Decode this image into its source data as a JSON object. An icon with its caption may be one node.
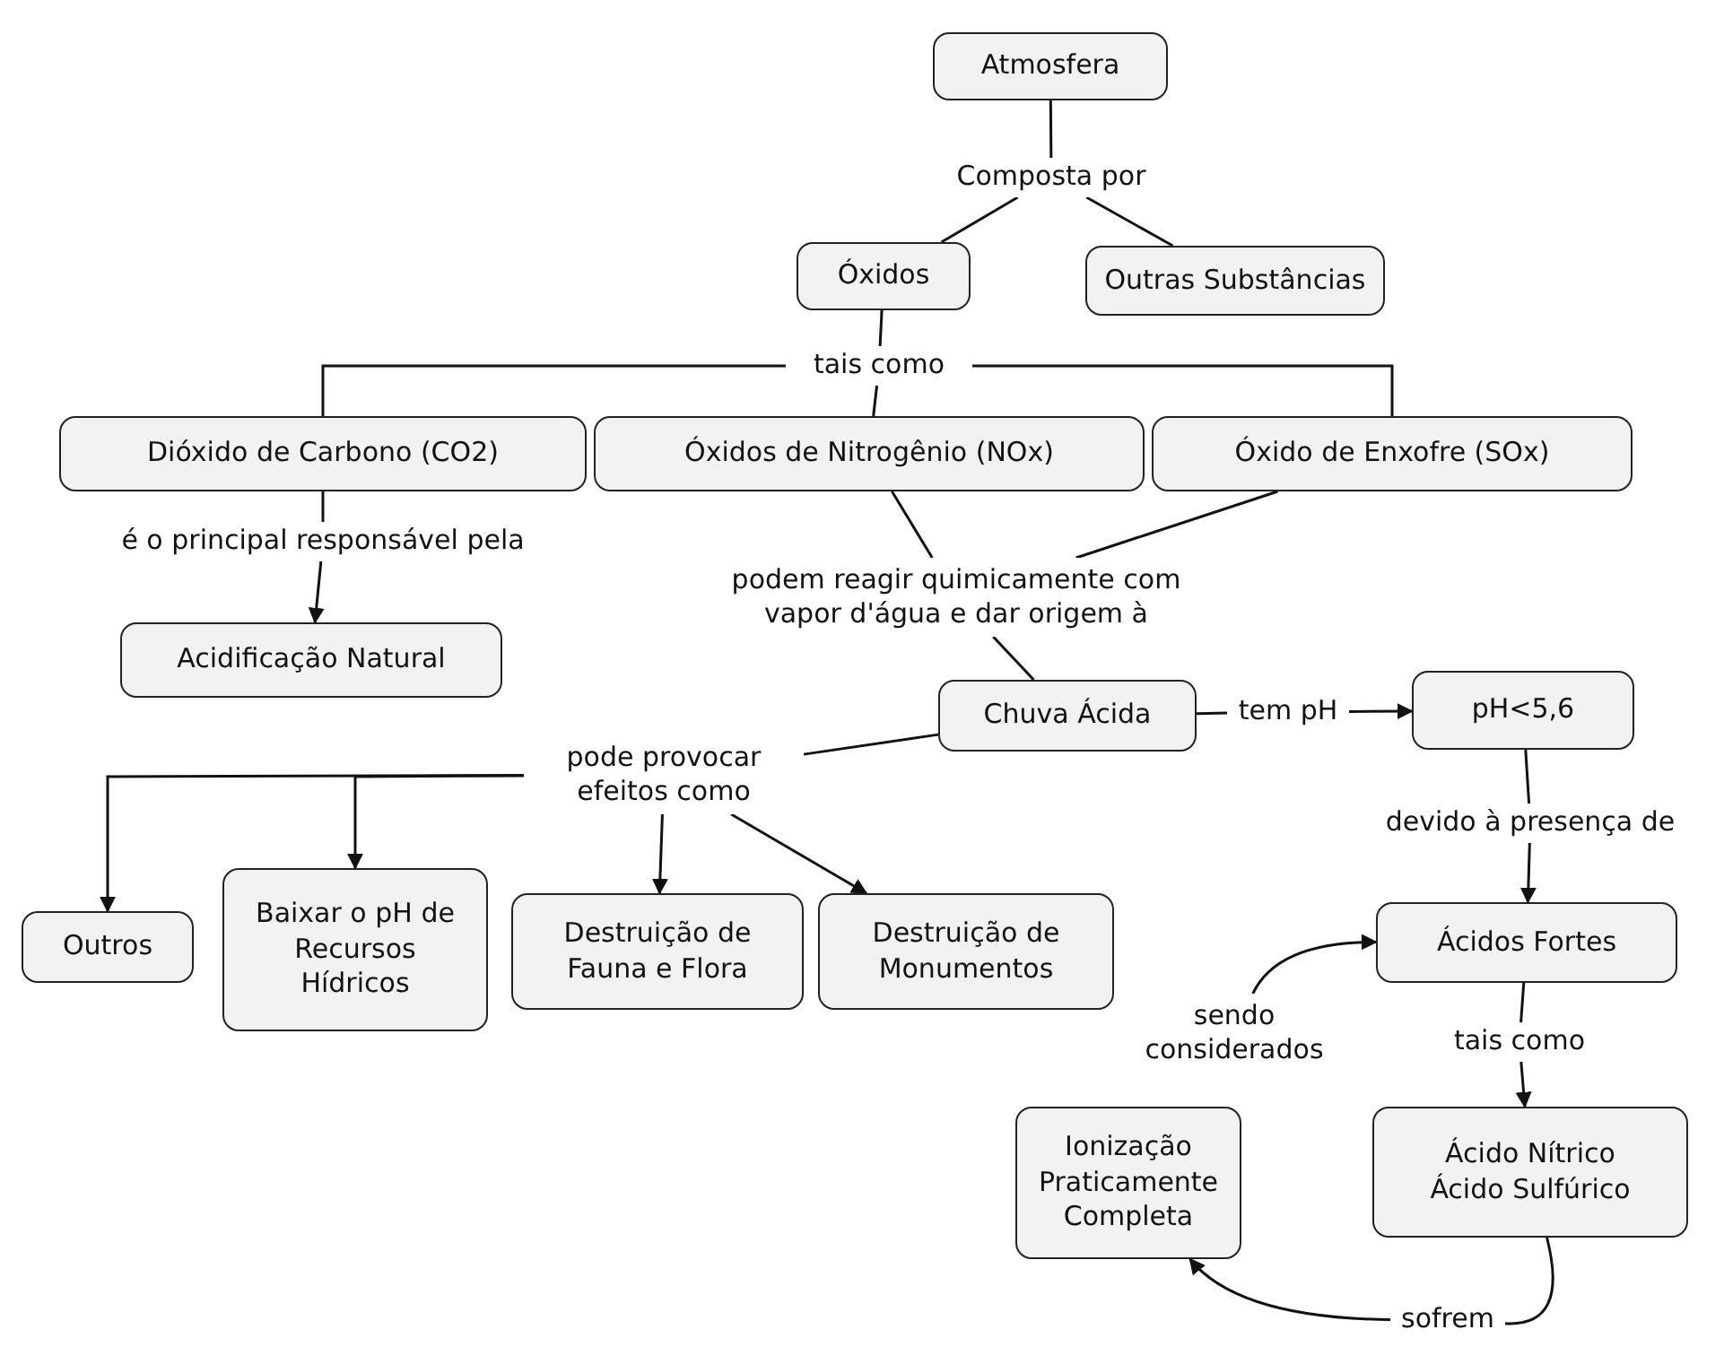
{
  "diagram": {
    "nodes": [
      {
        "text": [
          "Atmosfera"
        ]
      },
      {
        "text": [
          "Composta por"
        ]
      },
      {
        "text": [
          "Óxidos"
        ]
      },
      {
        "text": [
          "Outras Substâncias"
        ]
      },
      {
        "text": [
          "tais como"
        ]
      },
      {
        "text": [
          "Dióxido de Carbono (CO2)"
        ]
      },
      {
        "text": [
          "Óxidos de Nitrogênio (NOx)"
        ]
      },
      {
        "text": [
          "Óxido de Enxofre (SOx)"
        ]
      },
      {
        "text": [
          "é o principal responsável pela"
        ]
      },
      {
        "text": [
          "Acidificação Natural"
        ]
      },
      {
        "text": [
          "podem reagir quimicamente com vapor d'água e dar origem à"
        ]
      },
      {
        "text": [
          "Chuva Ácida"
        ]
      },
      {
        "text": [
          "tem pH"
        ]
      },
      {
        "text": [
          "pH<5,6"
        ]
      },
      {
        "text": [
          "pode provocar efeitos como"
        ]
      },
      {
        "text": [
          "Outros"
        ]
      },
      {
        "text": [
          "Baixar o pH de Recursos Hídricos"
        ]
      },
      {
        "text": [
          "Destruição de Fauna e Flora"
        ]
      },
      {
        "text": [
          "Destruição de Monumentos"
        ]
      },
      {
        "text": [
          "devido à presença de"
        ]
      },
      {
        "text": [
          "Ácidos Fortes"
        ]
      },
      {
        "text": [
          "tais como"
        ]
      },
      {
        "text": [
          "Ácido Nítrico",
          "Ácido Sulfúrico"
        ]
      },
      {
        "text": [
          "sendo considerados"
        ]
      },
      {
        "text": [
          "Ionização Praticamente Completa"
        ]
      },
      {
        "text": [
          "sofrem"
        ]
      }
    ],
    "edges": [
      {
        "from": 0,
        "to": 1,
        "arrow": "none"
      },
      {
        "from": 1,
        "to": 2,
        "arrow": "none"
      },
      {
        "from": 1,
        "to": 3,
        "arrow": "none"
      },
      {
        "from": 2,
        "to": 4,
        "arrow": "none"
      },
      {
        "from": 4,
        "to": 5,
        "arrow": "none"
      },
      {
        "from": 4,
        "to": 6,
        "arrow": "none"
      },
      {
        "from": 4,
        "to": 7,
        "arrow": "none"
      },
      {
        "from": 5,
        "to": 8,
        "arrow": "none"
      },
      {
        "from": 8,
        "to": 9,
        "arrow": "to"
      },
      {
        "from": 6,
        "to": 10,
        "arrow": "none"
      },
      {
        "from": 7,
        "to": 10,
        "arrow": "none"
      },
      {
        "from": 10,
        "to": 11,
        "arrow": "none"
      },
      {
        "from": 11,
        "to": 12,
        "arrow": "none"
      },
      {
        "from": 12,
        "to": 13,
        "arrow": "to"
      },
      {
        "from": 11,
        "to": 14,
        "arrow": "none"
      },
      {
        "from": 14,
        "to": 15,
        "arrow": "to"
      },
      {
        "from": 14,
        "to": 16,
        "arrow": "to"
      },
      {
        "from": 14,
        "to": 17,
        "arrow": "to"
      },
      {
        "from": 14,
        "to": 18,
        "arrow": "to"
      },
      {
        "from": 13,
        "to": 19,
        "arrow": "none"
      },
      {
        "from": 19,
        "to": 20,
        "arrow": "to"
      },
      {
        "from": 20,
        "to": 21,
        "arrow": "none"
      },
      {
        "from": 21,
        "to": 22,
        "arrow": "to"
      },
      {
        "from": 22,
        "to": 25,
        "arrow": "none"
      },
      {
        "from": 25,
        "to": 24,
        "arrow": "to"
      },
      {
        "from": 23,
        "to": 20,
        "arrow": "to"
      }
    ]
  }
}
